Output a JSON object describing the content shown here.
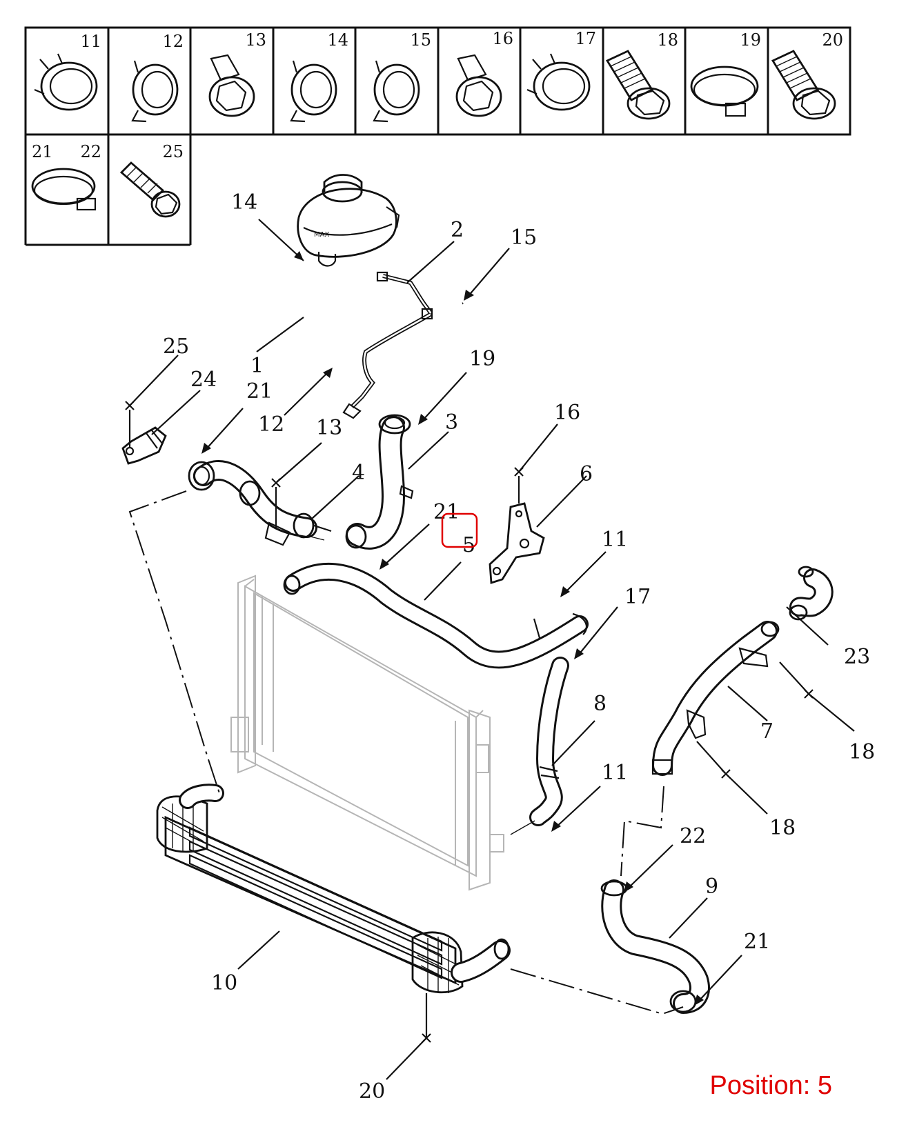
{
  "legend_row1": [
    "11",
    "12",
    "13",
    "14",
    "15",
    "16",
    "17",
    "18",
    "19",
    "20"
  ],
  "legend_row2": [
    "21",
    "22",
    "25"
  ],
  "callouts": [
    {
      "id": "c14",
      "text": "14"
    },
    {
      "id": "c2",
      "text": "2"
    },
    {
      "id": "c15",
      "text": "15"
    },
    {
      "id": "c25",
      "text": "25"
    },
    {
      "id": "c24",
      "text": "24"
    },
    {
      "id": "c1",
      "text": "1"
    },
    {
      "id": "c21a",
      "text": "21"
    },
    {
      "id": "c12",
      "text": "12"
    },
    {
      "id": "c19",
      "text": "19"
    },
    {
      "id": "c13",
      "text": "13"
    },
    {
      "id": "c3",
      "text": "3"
    },
    {
      "id": "c16",
      "text": "16"
    },
    {
      "id": "c4",
      "text": "4"
    },
    {
      "id": "c6",
      "text": "6"
    },
    {
      "id": "c21b",
      "text": "21"
    },
    {
      "id": "c5",
      "text": "5"
    },
    {
      "id": "c11a",
      "text": "11"
    },
    {
      "id": "c17",
      "text": "17"
    },
    {
      "id": "c23",
      "text": "23"
    },
    {
      "id": "c8",
      "text": "8"
    },
    {
      "id": "c7",
      "text": "7"
    },
    {
      "id": "c18a",
      "text": "18"
    },
    {
      "id": "c11b",
      "text": "11"
    },
    {
      "id": "c18b",
      "text": "18"
    },
    {
      "id": "c22",
      "text": "22"
    },
    {
      "id": "c9",
      "text": "9"
    },
    {
      "id": "c21c",
      "text": "21"
    },
    {
      "id": "c10",
      "text": "10"
    },
    {
      "id": "c20",
      "text": "20"
    }
  ],
  "reservoir_marking": "MAX",
  "position_label": "Position: 5",
  "highlight": {
    "part": "5",
    "color": "#e00000"
  }
}
